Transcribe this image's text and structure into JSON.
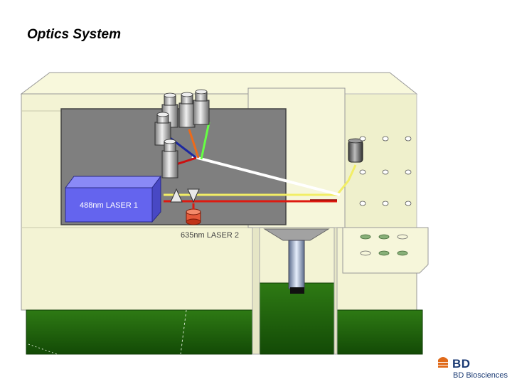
{
  "slide": {
    "title": "Optics System"
  },
  "diagram": {
    "laser1_label": "488nm LASER 1",
    "laser2_label": "635nm LASER 2"
  },
  "brand": {
    "name": "BD",
    "subtitle": "BD Biosciences"
  },
  "colors": {
    "instrument_cream": "#f3f3d4",
    "optics_bay_gray": "#7f7f7f",
    "base_green": "#1c5e0c",
    "laser1_blue": "#6464ee",
    "beam_yellow": "#f2ee66",
    "beam_red": "#dd1a10",
    "beam_white": "#ffffff",
    "beam_green": "#66ff44",
    "beam_orange": "#ee6a1a",
    "beam_blue": "#1c28a0",
    "brand_blue": "#1a3a73",
    "brand_orange": "#e06a1a"
  }
}
